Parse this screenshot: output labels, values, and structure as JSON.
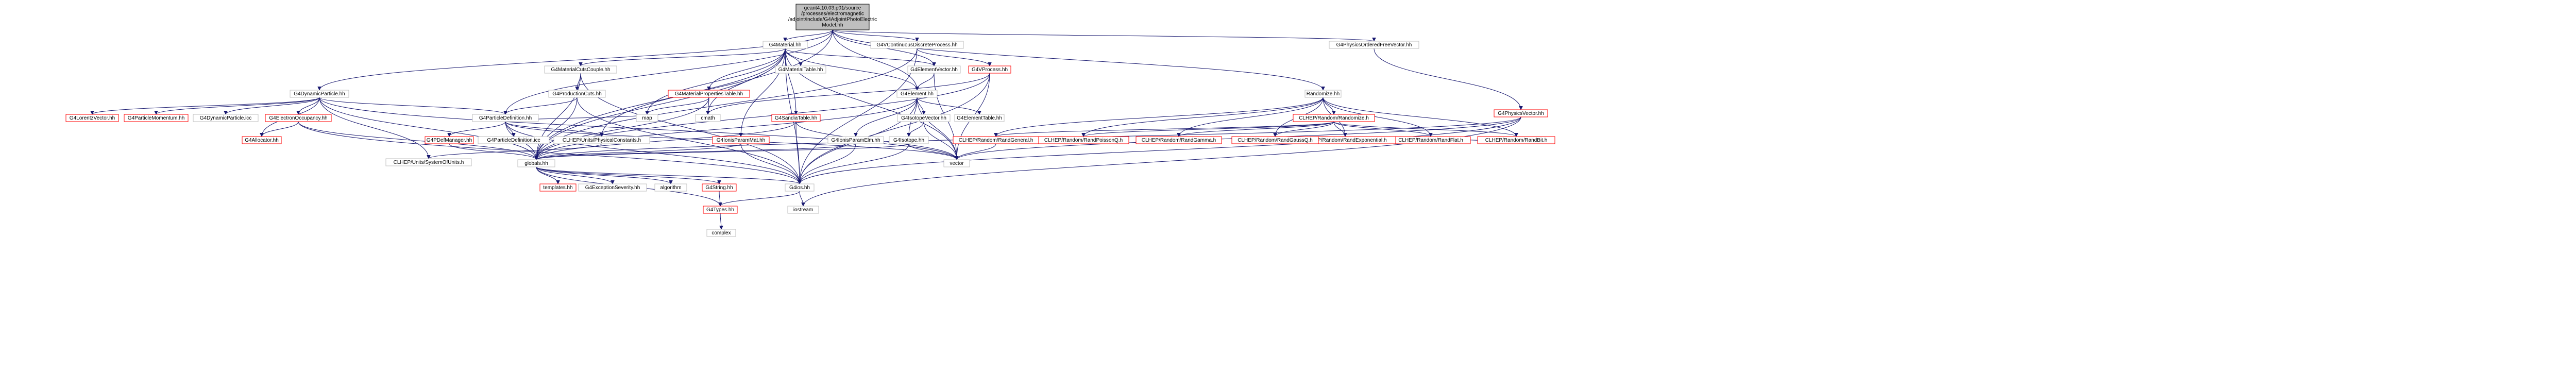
{
  "colors": {
    "edge": "#191970",
    "root_fill": "#bfbfbf",
    "truncated_border": "#ff0000",
    "normal_border": "#bfbfbf",
    "background": "#ffffff"
  },
  "root": {
    "lines": [
      "geant4.10.03.p01/source",
      "/processes/electromagnetic",
      "/adjoint/include/G4AdjointPhotoElectric",
      "Model.hh"
    ]
  },
  "nodes": [
    {
      "id": "G4VContinuousDiscreteProcess",
      "label": "G4VContinuousDiscreteProcess.hh",
      "truncated": false
    },
    {
      "id": "G4Material",
      "label": "G4Material.hh",
      "truncated": false
    },
    {
      "id": "G4PhysicsOrderedFreeVector",
      "label": "G4PhysicsOrderedFreeVector.hh",
      "truncated": false
    },
    {
      "id": "G4VProcess",
      "label": "G4VProcess.hh",
      "truncated": true
    },
    {
      "id": "G4MaterialCutsCouple",
      "label": "G4MaterialCutsCouple.hh",
      "truncated": false
    },
    {
      "id": "G4MaterialTable",
      "label": "G4MaterialTable.hh",
      "truncated": false
    },
    {
      "id": "G4ElementVector",
      "label": "G4ElementVector.hh",
      "truncated": false
    },
    {
      "id": "G4DynamicParticle",
      "label": "G4DynamicParticle.hh",
      "truncated": false
    },
    {
      "id": "G4MaterialPropertiesTable",
      "label": "G4MaterialPropertiesTable.hh",
      "truncated": true
    },
    {
      "id": "G4ProductionCuts",
      "label": "G4ProductionCuts.hh",
      "truncated": false
    },
    {
      "id": "G4Element",
      "label": "G4Element.hh",
      "truncated": false
    },
    {
      "id": "Randomize",
      "label": "Randomize.hh",
      "truncated": false
    },
    {
      "id": "G4LorentzVector",
      "label": "G4LorentzVector.hh",
      "truncated": true
    },
    {
      "id": "G4ParticleMomentum",
      "label": "G4ParticleMomentum.hh",
      "truncated": true
    },
    {
      "id": "G4DynamicParticle_icc",
      "label": "G4DynamicParticle.icc",
      "truncated": false
    },
    {
      "id": "G4ElectronOccupancy",
      "label": "G4ElectronOccupancy.hh",
      "truncated": true
    },
    {
      "id": "G4ParticleDefinition",
      "label": "G4ParticleDefinition.hh",
      "truncated": false
    },
    {
      "id": "map",
      "label": "map",
      "truncated": false
    },
    {
      "id": "cmath",
      "label": "cmath",
      "truncated": false
    },
    {
      "id": "G4SandiaTable",
      "label": "G4SandiaTable.hh",
      "truncated": true
    },
    {
      "id": "G4IsotopeVector",
      "label": "G4IsotopeVector.hh",
      "truncated": false
    },
    {
      "id": "G4ElementTable",
      "label": "G4ElementTable.hh",
      "truncated": false
    },
    {
      "id": "CLHEP_RandomizeH",
      "label": "CLHEP/Random/Randomize.h",
      "truncated": true
    },
    {
      "id": "G4Allocator",
      "label": "G4Allocator.hh",
      "truncated": true
    },
    {
      "id": "G4PDefManager",
      "label": "G4PDefManager.hh",
      "truncated": true
    },
    {
      "id": "G4ParticleDefinition_icc",
      "label": "G4ParticleDefinition.icc",
      "truncated": false
    },
    {
      "id": "CLHEP_PhysicalConstants",
      "label": "CLHEP/Units/PhysicalConstants.h",
      "truncated": false
    },
    {
      "id": "G4IonisParamMat",
      "label": "G4IonisParamMat.hh",
      "truncated": true
    },
    {
      "id": "G4IonisParamElm",
      "label": "G4IonisParamElm.hh",
      "truncated": false
    },
    {
      "id": "G4Isotope",
      "label": "G4Isotope.hh",
      "truncated": false
    },
    {
      "id": "CLHEP_RandFlat",
      "label": "CLHEP/Random/RandFlat.h",
      "truncated": true
    },
    {
      "id": "CLHEP_RandExponential",
      "label": "CLHEP/Random/RandExponential.h",
      "truncated": true
    },
    {
      "id": "CLHEP_RandBit",
      "label": "CLHEP/Random/RandBit.h",
      "truncated": true
    },
    {
      "id": "CLHEP_RandGamma",
      "label": "CLHEP/Random/RandGamma.h",
      "truncated": true
    },
    {
      "id": "CLHEP_RandGaussQ",
      "label": "CLHEP/Random/RandGaussQ.h",
      "truncated": true
    },
    {
      "id": "CLHEP_RandPoissonQ",
      "label": "CLHEP/Random/RandPoissonQ.h",
      "truncated": true
    },
    {
      "id": "CLHEP_RandGeneral",
      "label": "CLHEP/Random/RandGeneral.h",
      "truncated": true
    },
    {
      "id": "G4PhysicsVector",
      "label": "G4PhysicsVector.hh",
      "truncated": true
    },
    {
      "id": "vector",
      "label": "vector",
      "truncated": false
    },
    {
      "id": "CLHEP_SystemOfUnits",
      "label": "CLHEP/Units/SystemOfUnits.h",
      "truncated": false
    },
    {
      "id": "globals",
      "label": "globals.hh",
      "truncated": false
    },
    {
      "id": "G4ios",
      "label": "G4ios.hh",
      "truncated": false
    },
    {
      "id": "templates",
      "label": "templates.hh",
      "truncated": true
    },
    {
      "id": "G4ExceptionSeverity",
      "label": "G4ExceptionSeverity.hh",
      "truncated": false
    },
    {
      "id": "algorithm",
      "label": "algorithm",
      "truncated": false
    },
    {
      "id": "G4String",
      "label": "G4String.hh",
      "truncated": true
    },
    {
      "id": "iostream",
      "label": "iostream",
      "truncated": false
    },
    {
      "id": "G4Types",
      "label": "G4Types.hh",
      "truncated": true
    },
    {
      "id": "complex",
      "label": "complex",
      "truncated": false
    }
  ],
  "edges": [
    [
      "root",
      "G4VContinuousDiscreteProcess"
    ],
    [
      "root",
      "G4Material"
    ],
    [
      "root",
      "G4PhysicsOrderedFreeVector"
    ],
    [
      "root",
      "G4DynamicParticle"
    ],
    [
      "root",
      "G4ParticleDefinition"
    ],
    [
      "root",
      "G4ElementVector"
    ],
    [
      "root",
      "G4Element"
    ],
    [
      "root",
      "Randomize"
    ],
    [
      "root",
      "globals"
    ],
    [
      "G4VContinuousDiscreteProcess",
      "G4VProcess"
    ],
    [
      "G4VContinuousDiscreteProcess",
      "G4ios"
    ],
    [
      "G4VContinuousDiscreteProcess",
      "globals"
    ],
    [
      "G4Material",
      "G4MaterialCutsCouple"
    ],
    [
      "G4Material",
      "G4MaterialTable"
    ],
    [
      "G4Material",
      "G4ElementVector"
    ],
    [
      "G4Material",
      "G4MaterialPropertiesTable"
    ],
    [
      "G4Material",
      "G4Element"
    ],
    [
      "G4Material",
      "G4SandiaTable"
    ],
    [
      "G4Material",
      "G4IonisParamMat"
    ],
    [
      "G4Material",
      "CLHEP_PhysicalConstants"
    ],
    [
      "G4Material",
      "vector"
    ],
    [
      "G4Material",
      "map"
    ],
    [
      "G4Material",
      "globals"
    ],
    [
      "G4Material",
      "G4ios"
    ],
    [
      "G4Material",
      "cmath"
    ],
    [
      "G4PhysicsOrderedFreeVector",
      "G4PhysicsVector"
    ],
    [
      "G4VProcess",
      "globals"
    ],
    [
      "G4VProcess",
      "cmath"
    ],
    [
      "G4VProcess",
      "G4ios"
    ],
    [
      "G4VProcess",
      "vector"
    ],
    [
      "G4MaterialCutsCouple",
      "G4ProductionCuts"
    ],
    [
      "G4MaterialCutsCouple",
      "globals"
    ],
    [
      "G4MaterialCutsCouple",
      "G4ios"
    ],
    [
      "G4ElementVector",
      "G4Element"
    ],
    [
      "G4ElementVector",
      "vector"
    ],
    [
      "G4DynamicParticle",
      "G4LorentzVector"
    ],
    [
      "G4DynamicParticle",
      "G4ParticleMomentum"
    ],
    [
      "G4DynamicParticle",
      "G4DynamicParticle_icc"
    ],
    [
      "G4DynamicParticle",
      "G4ElectronOccupancy"
    ],
    [
      "G4DynamicParticle",
      "G4ParticleDefinition"
    ],
    [
      "G4DynamicParticle",
      "G4Allocator"
    ],
    [
      "G4DynamicParticle",
      "globals"
    ],
    [
      "G4DynamicParticle",
      "CLHEP_SystemOfUnits"
    ],
    [
      "G4DynamicParticle",
      "vector"
    ],
    [
      "G4MaterialPropertiesTable",
      "map"
    ],
    [
      "G4MaterialPropertiesTable",
      "cmath"
    ],
    [
      "G4MaterialPropertiesTable",
      "globals"
    ],
    [
      "G4ProductionCuts",
      "G4ParticleDefinition"
    ],
    [
      "G4ProductionCuts",
      "globals"
    ],
    [
      "G4ProductionCuts",
      "G4ios"
    ],
    [
      "G4Element",
      "G4IsotopeVector"
    ],
    [
      "G4Element",
      "G4ElementTable"
    ],
    [
      "G4Element",
      "G4IonisParamElm"
    ],
    [
      "G4Element",
      "G4Isotope"
    ],
    [
      "G4Element",
      "globals"
    ],
    [
      "G4Element",
      "G4ios"
    ],
    [
      "G4Element",
      "vector"
    ],
    [
      "Randomize",
      "CLHEP_RandomizeH"
    ],
    [
      "Randomize",
      "CLHEP_RandFlat"
    ],
    [
      "Randomize",
      "CLHEP_RandExponential"
    ],
    [
      "Randomize",
      "CLHEP_RandBit"
    ],
    [
      "Randomize",
      "CLHEP_RandGamma"
    ],
    [
      "Randomize",
      "CLHEP_RandGaussQ"
    ],
    [
      "Randomize",
      "CLHEP_RandPoissonQ"
    ],
    [
      "Randomize",
      "CLHEP_RandGeneral"
    ],
    [
      "G4ElectronOccupancy",
      "G4Allocator"
    ],
    [
      "G4ElectronOccupancy",
      "globals"
    ],
    [
      "G4ElectronOccupancy",
      "G4ios"
    ],
    [
      "G4ParticleDefinition",
      "G4PDefManager"
    ],
    [
      "G4ParticleDefinition",
      "G4ParticleDefinition_icc"
    ],
    [
      "G4ParticleDefinition",
      "CLHEP_PhysicalConstants"
    ],
    [
      "G4ParticleDefinition",
      "globals"
    ],
    [
      "G4ParticleDefinition",
      "vector"
    ],
    [
      "G4ParticleDefinition",
      "map"
    ],
    [
      "G4ParticleDefinition",
      "G4ios"
    ],
    [
      "G4SandiaTable",
      "globals"
    ],
    [
      "G4SandiaTable",
      "G4ios"
    ],
    [
      "G4SandiaTable",
      "vector"
    ],
    [
      "G4IsotopeVector",
      "G4Isotope"
    ],
    [
      "G4IsotopeVector",
      "vector"
    ],
    [
      "CLHEP_RandomizeH",
      "CLHEP_RandFlat"
    ],
    [
      "CLHEP_RandomizeH",
      "CLHEP_RandExponential"
    ],
    [
      "CLHEP_RandomizeH",
      "CLHEP_RandBit"
    ],
    [
      "CLHEP_RandomizeH",
      "CLHEP_RandGamma"
    ],
    [
      "CLHEP_RandomizeH",
      "CLHEP_RandGaussQ"
    ],
    [
      "CLHEP_RandomizeH",
      "CLHEP_RandPoissonQ"
    ],
    [
      "CLHEP_RandomizeH",
      "CLHEP_RandGeneral"
    ],
    [
      "G4PDefManager",
      "globals"
    ],
    [
      "CLHEP_PhysicalConstants",
      "CLHEP_SystemOfUnits"
    ],
    [
      "G4IonisParamMat",
      "globals"
    ],
    [
      "G4IonisParamMat",
      "G4ios"
    ],
    [
      "G4IonisParamElm",
      "globals"
    ],
    [
      "G4IonisParamElm",
      "G4ios"
    ],
    [
      "G4Isotope",
      "globals"
    ],
    [
      "G4Isotope",
      "G4ios"
    ],
    [
      "G4Isotope",
      "vector"
    ],
    [
      "CLHEP_RandBit",
      "CLHEP_RandFlat"
    ],
    [
      "CLHEP_RandGeneral",
      "vector"
    ],
    [
      "G4PhysicsVector",
      "globals"
    ],
    [
      "G4PhysicsVector",
      "G4ios"
    ],
    [
      "G4PhysicsVector",
      "vector"
    ],
    [
      "G4PhysicsVector",
      "iostream"
    ],
    [
      "globals",
      "G4ios"
    ],
    [
      "globals",
      "templates"
    ],
    [
      "globals",
      "G4ExceptionSeverity"
    ],
    [
      "globals",
      "algorithm"
    ],
    [
      "globals",
      "G4String"
    ],
    [
      "globals",
      "G4Types"
    ],
    [
      "G4ios",
      "G4Types"
    ],
    [
      "G4ios",
      "iostream"
    ],
    [
      "G4String",
      "G4Types"
    ],
    [
      "G4Types",
      "complex"
    ]
  ]
}
